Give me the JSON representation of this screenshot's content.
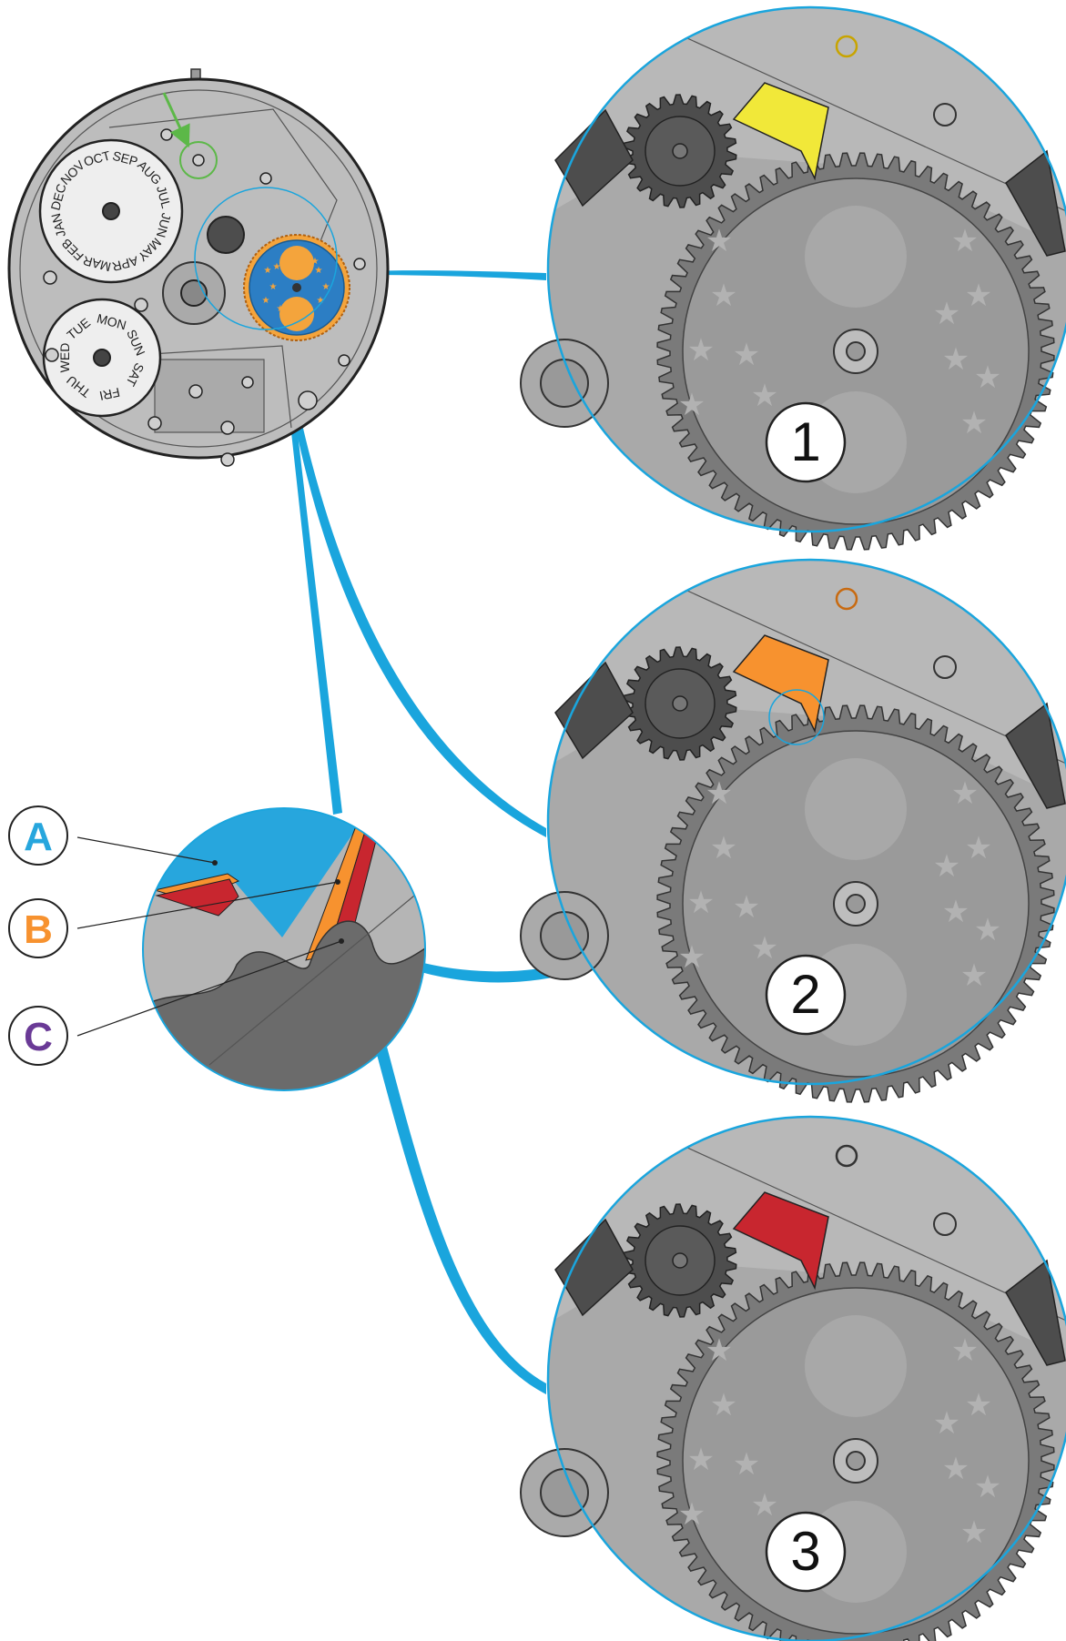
{
  "month_labels": [
    "DEC",
    "NOV",
    "OCT",
    "SEP",
    "AUG",
    "JUL",
    "JUN",
    "MAY",
    "APR",
    "MAR",
    "FEB",
    "JAN"
  ],
  "day_labels": [
    "MON",
    "SUN",
    "SAT",
    "FRI",
    "THU",
    "WED",
    "TUE"
  ],
  "detail_steps": [
    {
      "number": "1",
      "lever_color": "#f1e839"
    },
    {
      "number": "2",
      "lever_color": "#f7922f"
    },
    {
      "number": "3",
      "lever_color": "#c8262f"
    }
  ],
  "callouts": [
    {
      "letter": "A",
      "color": "#27a6dd"
    },
    {
      "letter": "B",
      "color": "#f7922f"
    },
    {
      "letter": "C",
      "color": "#6a3a96"
    }
  ],
  "colors": {
    "connector": "#1aa5dd",
    "plate": "#bdbdbd",
    "plate_dark": "#9e9e9e",
    "gear_dark": "#4d4d4d",
    "moon_disc": "#2c7ec4",
    "moon": "#f4a43c",
    "highlight_green": "#5cb848"
  },
  "icons": [
    "stars-icon",
    "moon-icon",
    "arrow-icon"
  ]
}
